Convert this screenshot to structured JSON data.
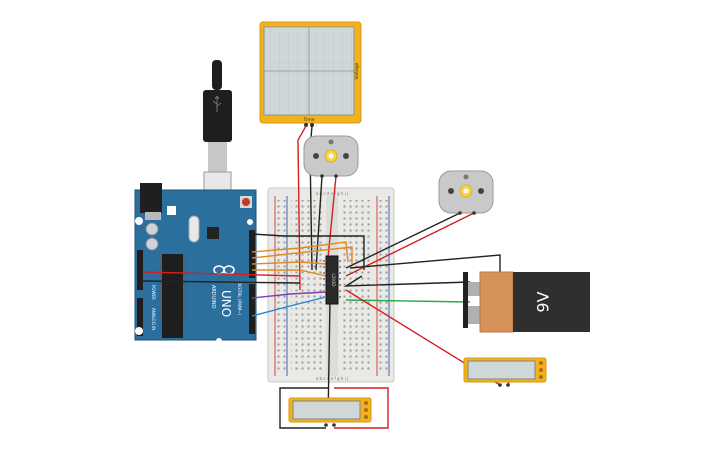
{
  "colors": {
    "background": "#ffffff",
    "arduino_board": "#2b6f9e",
    "breadboard": "#e9e9e6",
    "oscilloscope_frame": "#f2b21c",
    "multimeter_frame": "#f2b21c",
    "battery_body": "#d7925a",
    "battery_top": "#2f2f2f",
    "wire_red": "#d32020",
    "wire_black": "#222222",
    "wire_orange": "#e08a1e",
    "wire_blue": "#1f8ad8",
    "wire_green": "#2aa84a",
    "wire_purple": "#7b3fb3",
    "motor_body": "#c9c9c9"
  },
  "oscilloscope": {
    "x_label": "Time",
    "y_label": "Voltage"
  },
  "arduino": {
    "brand_label": "ARDUINO",
    "model_label": "UNO",
    "digital_label": "DIGITAL (PWM~)",
    "power_label": "POWER",
    "analog_label": "ANALOG IN",
    "icon": "arduino-infinity-logo"
  },
  "ic": {
    "label": "L293D"
  },
  "battery": {
    "label": "9V"
  },
  "motors": {
    "icon": "dc-motor-icon"
  },
  "breadboard": {
    "column_labels": "a b c d e   f g h i j"
  }
}
